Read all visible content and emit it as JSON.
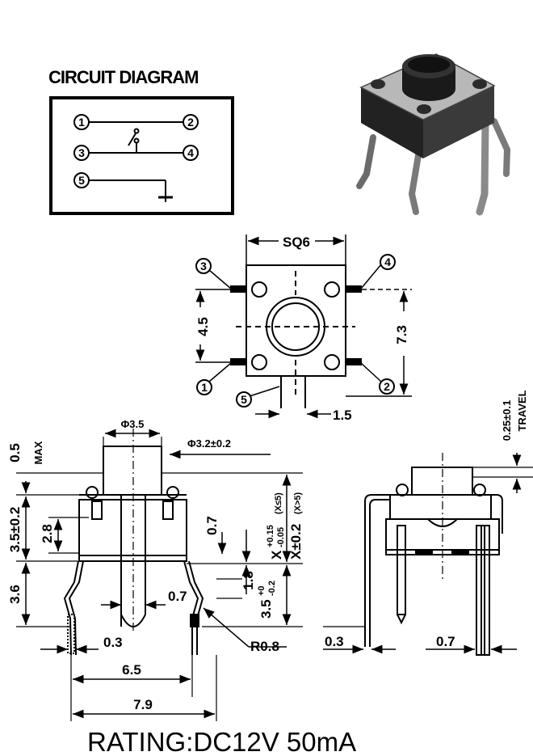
{
  "circuit": {
    "title": "CIRCUIT DIAGRAM",
    "pins": [
      "1",
      "2",
      "3",
      "4",
      "5"
    ]
  },
  "top_view": {
    "pins": [
      "3",
      "4",
      "1",
      "2",
      "5"
    ],
    "dims": {
      "width": "SQ6",
      "pitch_v": "4.5",
      "pitch_h": "7.3",
      "offset": "1.5"
    }
  },
  "side_view": {
    "dims": {
      "max_label": "0.5",
      "max_word": "MAX",
      "phi_plunger": "Φ3.5",
      "phi_body": "Φ3.2±0.2",
      "h_body": "3.5±0.2",
      "h_inner": "2.8",
      "h_lead": "3.6",
      "h_07": "0.7",
      "h_18": "1.8",
      "x_tol_1": "X",
      "x_tol_1a": "+0.15",
      "x_tol_1b": "-0.05",
      "x_tol_1c": "(X≤5)",
      "x_tol_2": "X±0.2",
      "x_tol_2c": "(X>5)",
      "lead_len": "3.5",
      "lead_tol_a": "+0",
      "lead_tol_b": "-0.2",
      "lead_w": "0.7",
      "thick": "0.3",
      "radius": "R0.8",
      "pitch": "6.5",
      "overall": "7.9"
    }
  },
  "front_view": {
    "dims": {
      "travel": "0.25±0.1",
      "travel_word": "TRAVEL",
      "thick": "0.3",
      "lead_w": "0.7"
    }
  },
  "rating": "RATING:DC12V 50mA"
}
